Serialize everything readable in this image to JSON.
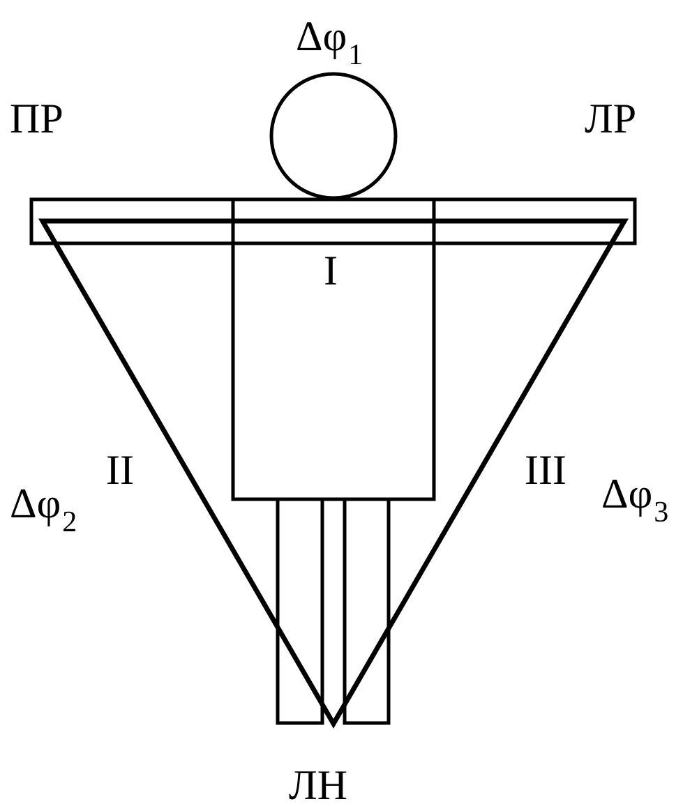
{
  "leads": {
    "lead1": {
      "symbol": "Δφ",
      "subscript": "1"
    },
    "lead2": {
      "symbol": "Δφ",
      "subscript": "2"
    },
    "lead3": {
      "symbol": "Δφ",
      "subscript": "3"
    }
  },
  "electrodes": {
    "right_arm": "ПР",
    "left_arm": "ЛР",
    "left_leg": "ЛН"
  },
  "sides": {
    "side1": "I",
    "side2": "II",
    "side3": "III"
  },
  "colors": {
    "stroke": "#000000",
    "background": "#ffffff"
  }
}
